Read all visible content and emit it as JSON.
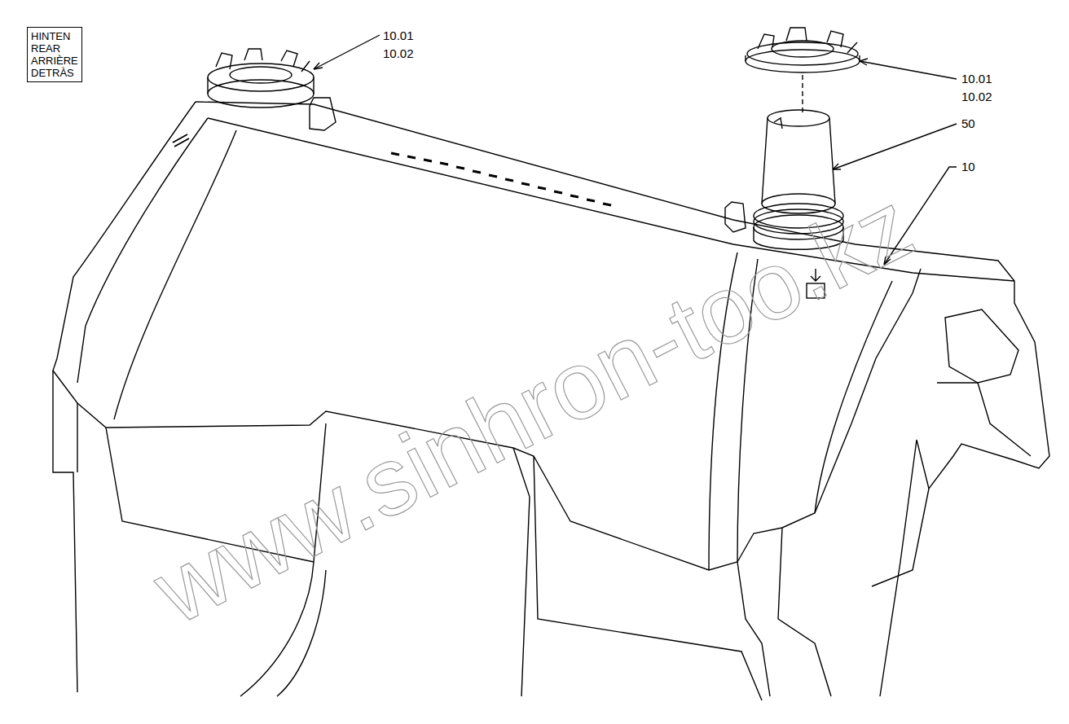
{
  "diagram": {
    "nodes": [
      {
        "text": [
          "HINTEN REAR ARRIÈRE DETRÀS"
        ]
      }
    ],
    "labels": [
      "10.01",
      "10.02",
      "10.01",
      "10.02",
      "50",
      "10",
      "www.sinhron-too.kz"
    ]
  }
}
